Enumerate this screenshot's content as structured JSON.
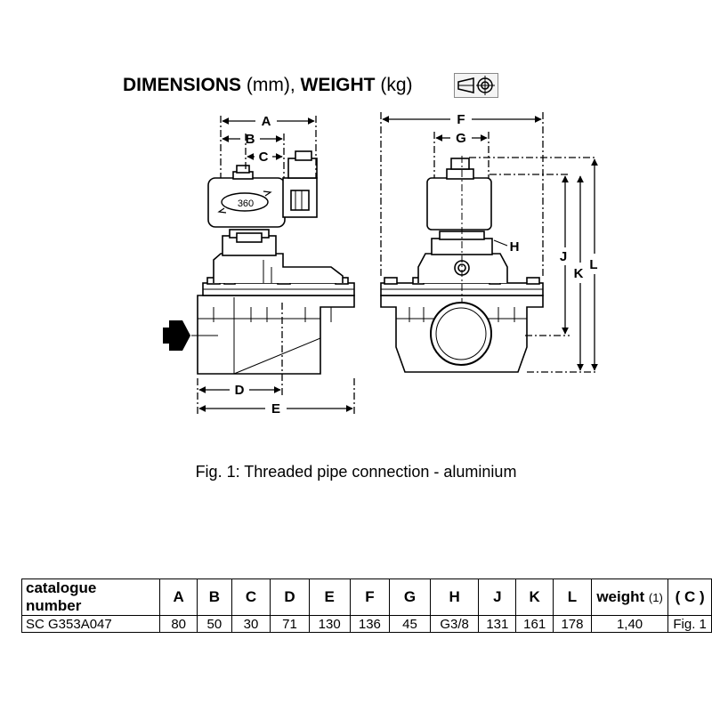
{
  "header": {
    "title_bold1": "DIMENSIONS",
    "title_light1": " (mm),",
    "title_bold2": " WEIGHT",
    "title_light2": " (kg)",
    "projection_icon": "third-angle-projection-icon"
  },
  "drawing": {
    "labels": {
      "A": "A",
      "B": "B",
      "C": "C",
      "D": "D",
      "E": "E",
      "F": "F",
      "G": "G",
      "H": "H",
      "J": "J",
      "K": "K",
      "L": "L"
    },
    "coil_rotation": "360"
  },
  "caption": "Fig. 1: Threaded pipe connection - aluminium",
  "table": {
    "headers": [
      "catalogue number",
      "A",
      "B",
      "C",
      "D",
      "E",
      "F",
      "G",
      "H",
      "J",
      "K",
      "L",
      "weight",
      "( C )"
    ],
    "weight_note": "(1)",
    "row": [
      "SC G353A047",
      "80",
      "50",
      "30",
      "71",
      "130",
      "136",
      "45",
      "G3/8",
      "131",
      "161",
      "178",
      "1,40",
      "Fig. 1"
    ]
  }
}
